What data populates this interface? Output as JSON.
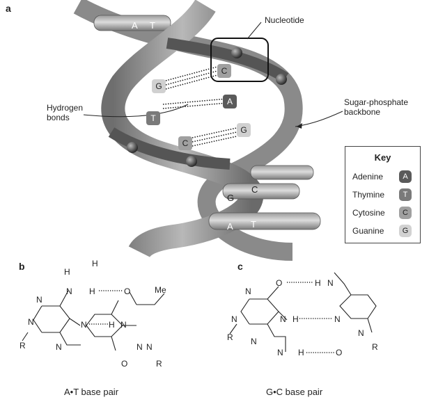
{
  "panels": {
    "a": "a",
    "b": "b",
    "c": "c"
  },
  "helix": {
    "pairs_top": [
      [
        "A",
        "T"
      ]
    ],
    "pairs_mid": [
      [
        "G",
        "C"
      ],
      [
        "T",
        "A"
      ],
      [
        "C",
        "G"
      ]
    ],
    "pairs_bottom": [
      [
        "G",
        "C"
      ],
      [
        "A",
        "T"
      ]
    ]
  },
  "labels": {
    "nucleotide": "Nucleotide",
    "hydrogen_bonds_line1": "Hydrogen",
    "hydrogen_bonds_line2": "bonds",
    "backbone_line1": "Sugar-phosphate",
    "backbone_line2": "backbone"
  },
  "key": {
    "title": "Key",
    "items": [
      {
        "name": "Adenine",
        "letter": "A",
        "color": "#5a5a5a"
      },
      {
        "name": "Thymine",
        "letter": "T",
        "color": "#7a7a7a"
      },
      {
        "name": "Cytosine",
        "letter": "C",
        "color": "#a0a0a0"
      },
      {
        "name": "Guanine",
        "letter": "G",
        "color": "#d2d2d2"
      }
    ]
  },
  "at_pair": {
    "H_top": "H",
    "H_free": "H",
    "N_amine": "N",
    "H_amine": "H",
    "O_top": "O",
    "N_ring": "N",
    "H_bond": "H",
    "N_thy": "N",
    "Me": "Me",
    "N_r": "N",
    "R_left": "R",
    "N_left": "N",
    "N_purine1": "N",
    "N_purine2": "N",
    "O_bottom": "O",
    "N_bottom": "N",
    "R_right": "R",
    "caption": "A•T base pair"
  },
  "gc_pair": {
    "O_top": "O",
    "H_top": "H",
    "N_top": "N",
    "N_imid": "N",
    "N_left": "N",
    "N_mid": "N",
    "H_mid": "H",
    "N_cyt": "N",
    "N_bottom": "N",
    "H_bottom": "H",
    "O_bottom": "O",
    "N_cyt2": "N",
    "R_left": "R",
    "R_right": "R",
    "N_purine": "N",
    "caption": "G•C base pair"
  }
}
